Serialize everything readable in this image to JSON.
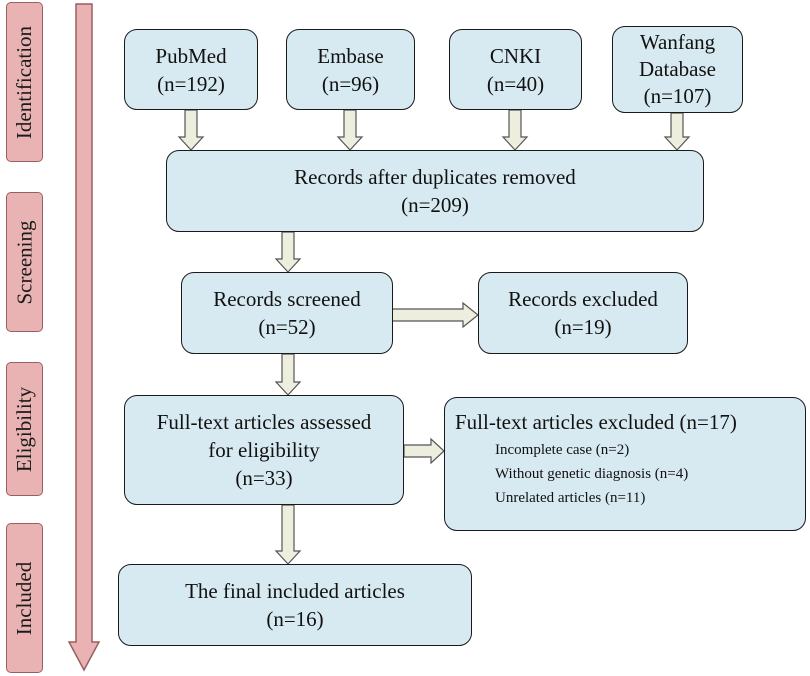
{
  "stages": [
    {
      "id": "identification",
      "label": "Identification"
    },
    {
      "id": "screening",
      "label": "Screening"
    },
    {
      "id": "eligibility",
      "label": "Eligibility"
    },
    {
      "id": "included",
      "label": "Included"
    }
  ],
  "sources": [
    {
      "name": "PubMed",
      "count": "(n=192)"
    },
    {
      "name": "Embase",
      "count": "(n=96)"
    },
    {
      "name": "CNKI",
      "count": "(n=40)"
    },
    {
      "name_line1": "Wanfang",
      "name_line2": "Database",
      "count": "(n=107)"
    }
  ],
  "dedup": {
    "label": "Records after duplicates removed",
    "count": "(n=209)"
  },
  "screened": {
    "label": "Records screened",
    "count": "(n=52)"
  },
  "excluded": {
    "label": "Records excluded",
    "count": "(n=19)"
  },
  "fulltext": {
    "line1": "Full-text articles assessed",
    "line2": "for eligibility",
    "count": "(n=33)"
  },
  "fulltext_excluded": {
    "title": "Full-text articles excluded (n=17)",
    "reasons": [
      "Incomplete case (n=2)",
      "Without genetic diagnosis (n=4)",
      "Unrelated articles (n=11)"
    ]
  },
  "final": {
    "label": "The final included articles",
    "count": "(n=16)"
  },
  "colors": {
    "box_fill": "#d8eaf1",
    "stage_fill": "#e9b3b4",
    "arrow_fill": "#eeeede",
    "timeline_fill": "#e9b3b4"
  }
}
